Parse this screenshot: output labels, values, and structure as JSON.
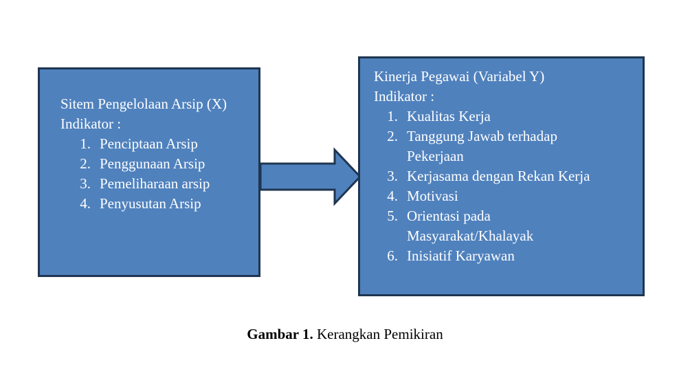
{
  "left_box": {
    "title": "Sitem Pengelolaan Arsip (X)",
    "indicator_label": "Indikator :",
    "items": [
      "Penciptaan Arsip",
      "Penggunaan Arsip",
      "Pemeliharaan arsip",
      "Penyusutan Arsip"
    ]
  },
  "right_box": {
    "title": "Kinerja Pegawai (Variabel Y)",
    "indicator_label": "Indikator :",
    "items": [
      "Kualitas Kerja",
      "Tanggung Jawab terhadap Pekerjaan",
      "Kerjasama dengan Rekan Kerja",
      "Motivasi",
      "Orientasi pada Masyarakat/Khalayak",
      "Inisiatif Karyawan"
    ]
  },
  "numbers": [
    "1.",
    "2.",
    "3.",
    "4.",
    "5.",
    "6."
  ],
  "caption": {
    "bold": "Gambar 1.",
    "text": " Kerangkan Pemikiran"
  },
  "colors": {
    "fill": "#4f81bd",
    "border": "#1f3550"
  }
}
